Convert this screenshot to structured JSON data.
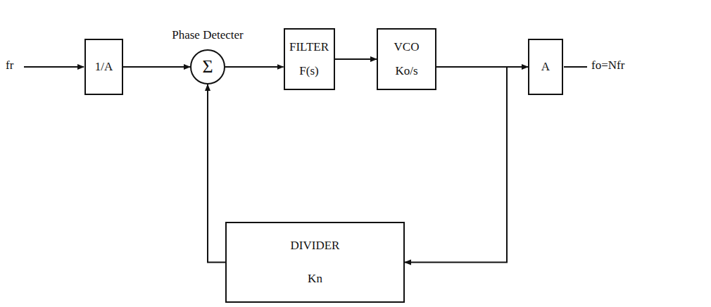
{
  "diagram": {
    "nodes": [
      {
        "text": [
          "1/A"
        ]
      },
      {
        "text": [
          "Phase Detecter",
          "Σ"
        ]
      },
      {
        "text": [
          "FILTER",
          "F(s)"
        ]
      },
      {
        "text": [
          "VCO",
          "Ko/s"
        ]
      },
      {
        "text": [
          "A"
        ]
      },
      {
        "text": [
          "DIVIDER",
          "Kn"
        ]
      }
    ],
    "edges": [
      {
        "from": 0,
        "to": 1,
        "arrow": "to"
      },
      {
        "from": 1,
        "to": 2,
        "arrow": "to"
      },
      {
        "from": 2,
        "to": 3,
        "arrow": "to"
      },
      {
        "from": 3,
        "to": 4,
        "arrow": "to"
      },
      {
        "from": 3,
        "to": 5,
        "arrow": "to"
      },
      {
        "from": 5,
        "to": 1,
        "arrow": "to"
      }
    ],
    "labels": [
      "fr",
      "fo=Nfr"
    ]
  }
}
